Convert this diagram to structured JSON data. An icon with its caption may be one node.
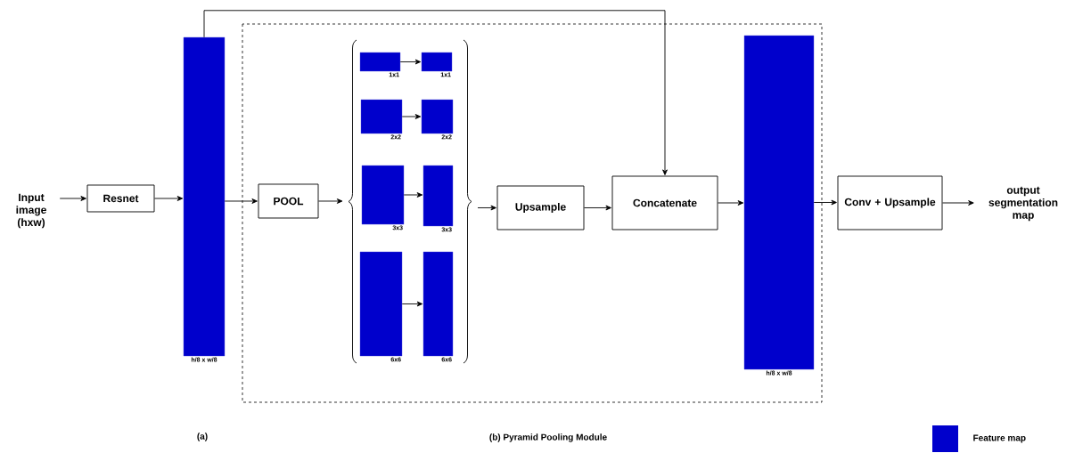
{
  "diagram": {
    "nodes": [
      {
        "text": [
          "Input image (hxw)"
        ]
      },
      {
        "text": [
          "Resnet"
        ]
      },
      {
        "text": [],
        "shape": "bar",
        "beside": [
          "h/8 x w/8"
        ]
      },
      {
        "text": [
          "POOL"
        ]
      },
      {
        "text": [],
        "shape": "bar",
        "beside": [
          "1x1"
        ]
      },
      {
        "text": [],
        "shape": "bar",
        "beside": [
          "1x1"
        ]
      },
      {
        "text": [],
        "shape": "bar",
        "beside": [
          "2x2"
        ]
      },
      {
        "text": [],
        "shape": "bar",
        "beside": [
          "2x2"
        ]
      },
      {
        "text": [],
        "shape": "bar",
        "beside": [
          "3x3"
        ]
      },
      {
        "text": [],
        "shape": "bar",
        "beside": [
          "3x3"
        ]
      },
      {
        "text": [],
        "shape": "bar",
        "beside": [
          "6x6"
        ]
      },
      {
        "text": [],
        "shape": "bar",
        "beside": [
          "6x6"
        ]
      },
      {
        "text": [
          "Upsample"
        ]
      },
      {
        "text": [
          "Concatenate"
        ]
      },
      {
        "text": [],
        "shape": "bar",
        "beside": [
          "h/8 x w/8"
        ]
      },
      {
        "text": [
          "Conv + Upsample"
        ]
      },
      {
        "text": [
          "output segmentation map"
        ]
      }
    ],
    "edges": [
      {
        "from": 0,
        "to": 1,
        "arrow": "to"
      },
      {
        "from": 1,
        "to": 2,
        "arrow": "to"
      },
      {
        "from": 2,
        "to": 3,
        "arrow": "to"
      },
      {
        "from": 2,
        "to": 13,
        "arrow": "to"
      },
      {
        "from": 3,
        "to": null,
        "arrow": "to"
      },
      {
        "from": 4,
        "to": 5,
        "arrow": "to"
      },
      {
        "from": 6,
        "to": 7,
        "arrow": "to"
      },
      {
        "from": 8,
        "to": 9,
        "arrow": "to"
      },
      {
        "from": 10,
        "to": 11,
        "arrow": "to"
      },
      {
        "from": null,
        "to": 12,
        "arrow": "to"
      },
      {
        "from": 12,
        "to": 13,
        "arrow": "to"
      },
      {
        "from": 13,
        "to": 14,
        "arrow": "to"
      },
      {
        "from": 14,
        "to": 15,
        "arrow": "to"
      },
      {
        "from": 15,
        "to": 16,
        "arrow": "to"
      }
    ],
    "labels": [
      "(a)",
      "(b) Pyramid Pooling Module"
    ],
    "legend": [
      {
        "text": "Feature map",
        "color": "#0000cc"
      }
    ]
  }
}
